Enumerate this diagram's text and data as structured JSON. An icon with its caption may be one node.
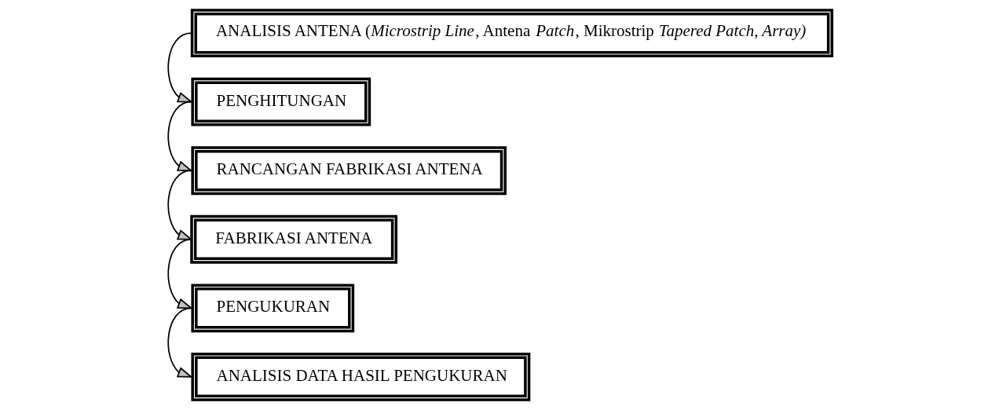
{
  "diagram": {
    "nodes": [
      {
        "text": [
          "ANALISIS ANTENA (*Microstrip Line*, Antena *Patch*, Mikrostrip *Tapered Patch, Array)*"
        ]
      },
      {
        "text": [
          "PENGHITUNGAN"
        ]
      },
      {
        "text": [
          "RANCANGAN FABRIKASI ANTENA"
        ]
      },
      {
        "text": [
          "FABRIKASI ANTENA"
        ]
      },
      {
        "text": [
          "PENGUKURAN"
        ]
      },
      {
        "text": [
          "ANALISIS DATA HASIL PENGUKURAN"
        ]
      }
    ],
    "edges": [
      {
        "from": 0,
        "to": 1,
        "arrow": "to"
      },
      {
        "from": 1,
        "to": 2,
        "arrow": "to"
      },
      {
        "from": 2,
        "to": 3,
        "arrow": "to"
      },
      {
        "from": 3,
        "to": 4,
        "arrow": "to"
      },
      {
        "from": 4,
        "to": 5,
        "arrow": "to"
      }
    ]
  }
}
